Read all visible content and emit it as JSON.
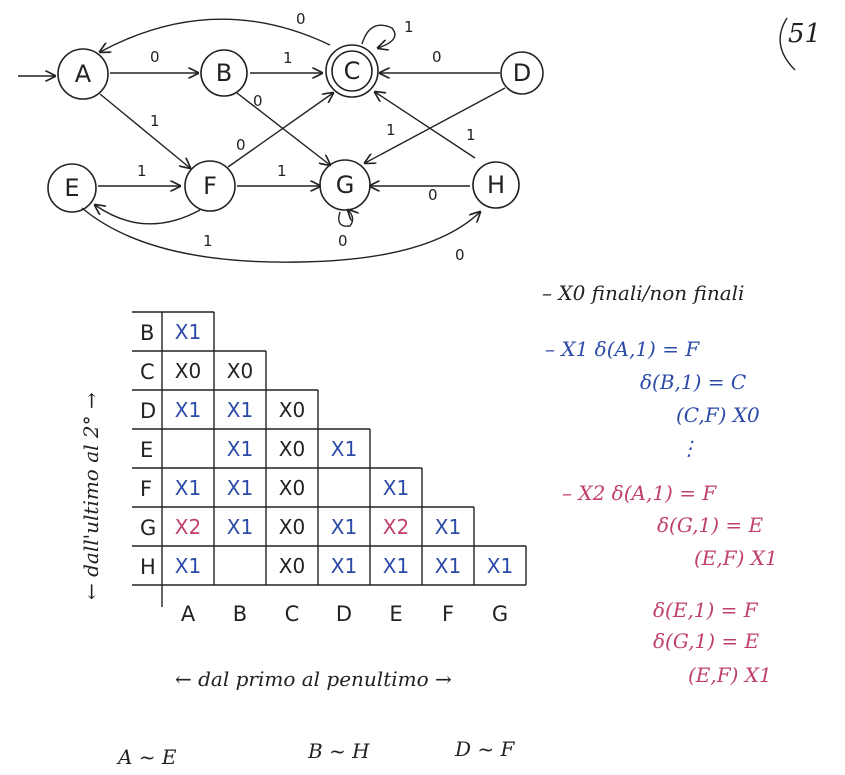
{
  "page_number": "51",
  "colors": {
    "ink": "#222222",
    "blue": "#2c4aa8",
    "red": "#c0406a"
  },
  "automaton": {
    "nodes": [
      "A",
      "B",
      "C",
      "D",
      "E",
      "F",
      "G",
      "H"
    ],
    "start_label": "",
    "edges": [
      {
        "from": "A",
        "to": "B",
        "label": "0"
      },
      {
        "from": "A",
        "to": "F",
        "label": "1"
      },
      {
        "from": "B",
        "to": "C",
        "label": "1"
      },
      {
        "from": "B",
        "to": "G",
        "label": "0"
      },
      {
        "from": "C",
        "to": "A",
        "label": "0"
      },
      {
        "from": "C",
        "to": "C",
        "label": "1"
      },
      {
        "from": "D",
        "to": "C",
        "label": "0"
      },
      {
        "from": "D",
        "to": "G",
        "label": "1"
      },
      {
        "from": "E",
        "to": "F",
        "label": "1"
      },
      {
        "from": "E",
        "to": "H",
        "label": "0"
      },
      {
        "from": "F",
        "to": "C",
        "label": "0"
      },
      {
        "from": "F",
        "to": "G",
        "label": "1"
      },
      {
        "from": "F",
        "to": "E",
        "label": "1"
      },
      {
        "from": "G",
        "to": "G",
        "label": "0"
      },
      {
        "from": "H",
        "to": "C",
        "label": "1"
      },
      {
        "from": "H",
        "to": "G",
        "label": "0"
      }
    ]
  },
  "table": {
    "row_headers": [
      "B",
      "C",
      "D",
      "E",
      "F",
      "G",
      "H"
    ],
    "col_headers": [
      "A",
      "B",
      "C",
      "D",
      "E",
      "F",
      "G"
    ],
    "rows": [
      [
        {
          "t": "X1",
          "c": "blue"
        }
      ],
      [
        {
          "t": "X0",
          "c": "ink"
        },
        {
          "t": "X0",
          "c": "ink"
        }
      ],
      [
        {
          "t": "X1",
          "c": "blue"
        },
        {
          "t": "X1",
          "c": "blue"
        },
        {
          "t": "X0",
          "c": "ink"
        }
      ],
      [
        {
          "t": "",
          "c": "ink"
        },
        {
          "t": "X1",
          "c": "blue"
        },
        {
          "t": "X0",
          "c": "ink"
        },
        {
          "t": "X1",
          "c": "blue"
        }
      ],
      [
        {
          "t": "X1",
          "c": "blue"
        },
        {
          "t": "X1",
          "c": "blue"
        },
        {
          "t": "X0",
          "c": "ink"
        },
        {
          "t": "",
          "c": "ink"
        },
        {
          "t": "X1",
          "c": "blue"
        }
      ],
      [
        {
          "t": "X2",
          "c": "red"
        },
        {
          "t": "X1",
          "c": "blue"
        },
        {
          "t": "X0",
          "c": "ink"
        },
        {
          "t": "X1",
          "c": "blue"
        },
        {
          "t": "X2",
          "c": "red"
        },
        {
          "t": "X1",
          "c": "blue"
        }
      ],
      [
        {
          "t": "X1",
          "c": "blue"
        },
        {
          "t": "",
          "c": "ink"
        },
        {
          "t": "X0",
          "c": "ink"
        },
        {
          "t": "X1",
          "c": "blue"
        },
        {
          "t": "X1",
          "c": "blue"
        },
        {
          "t": "X1",
          "c": "blue"
        },
        {
          "t": "X1",
          "c": "blue"
        }
      ]
    ],
    "vertical_caption": "← dall'ultimo al 2° →",
    "horizontal_caption": "← dal primo al penultimo →"
  },
  "notes": [
    {
      "text": "– X0   finali/non finali",
      "c": "ink"
    },
    {
      "text": "– X1   δ(A,1) = F",
      "c": "blue"
    },
    {
      "text": "δ(B,1) = C",
      "c": "blue"
    },
    {
      "text": "(C,F) X0",
      "c": "blue"
    },
    {
      "text": "⋮",
      "c": "blue"
    },
    {
      "text": "– X2   δ(A,1) = F",
      "c": "red"
    },
    {
      "text": "δ(G,1) = E",
      "c": "red"
    },
    {
      "text": "(E,F) X1",
      "c": "red"
    },
    {
      "text": "δ(E,1) = F",
      "c": "red"
    },
    {
      "text": "δ(G,1) = E",
      "c": "red"
    },
    {
      "text": "(E,F) X1",
      "c": "red"
    }
  ],
  "equivalences": [
    "A ~ E",
    "B ~ H",
    "D ~ F"
  ]
}
